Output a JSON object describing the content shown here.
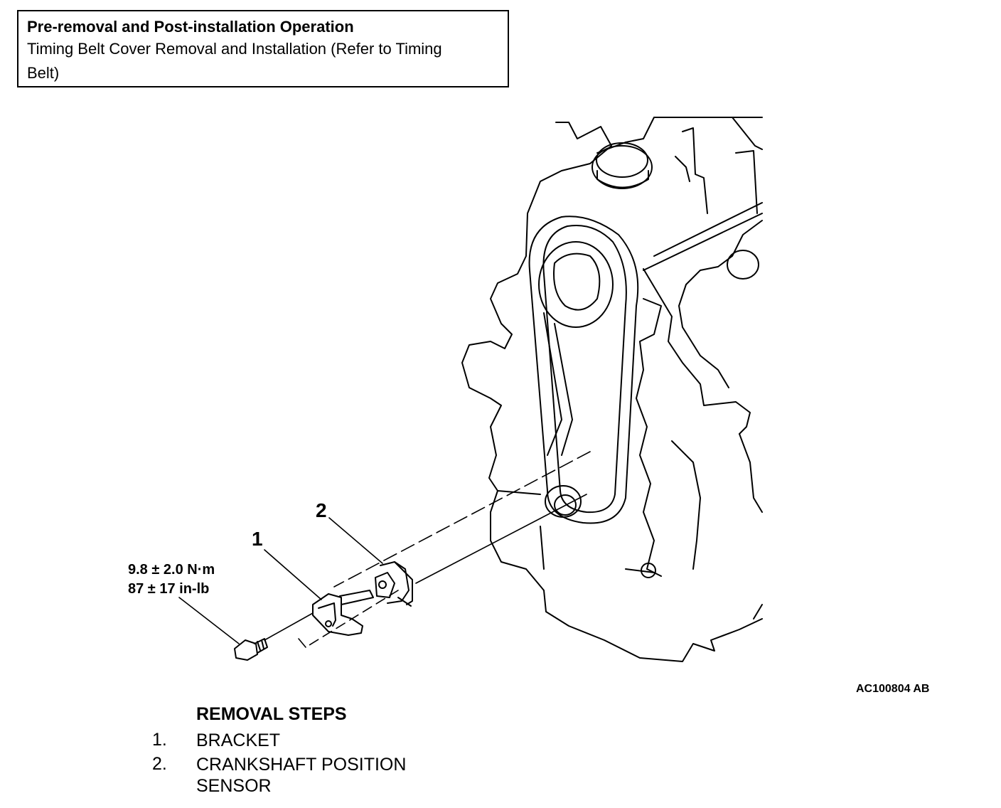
{
  "pre_op": {
    "title": "Pre-removal and Post-installation Operation",
    "body": "Timing Belt Cover Removal and Installation (Refer to Timing Belt)"
  },
  "callouts": {
    "bracket_number": "1",
    "sensor_number": "2"
  },
  "torque": {
    "metric": "9.8 ± 2.0 N·m",
    "imperial": "87 ± 17 in-lb"
  },
  "figure_id": "AC100804 AB",
  "removal": {
    "title": "REMOVAL STEPS",
    "steps": [
      {
        "num": "1.",
        "label": "BRACKET"
      },
      {
        "num": "2.",
        "label": "CRANKSHAFT POSITION SENSOR"
      }
    ]
  }
}
